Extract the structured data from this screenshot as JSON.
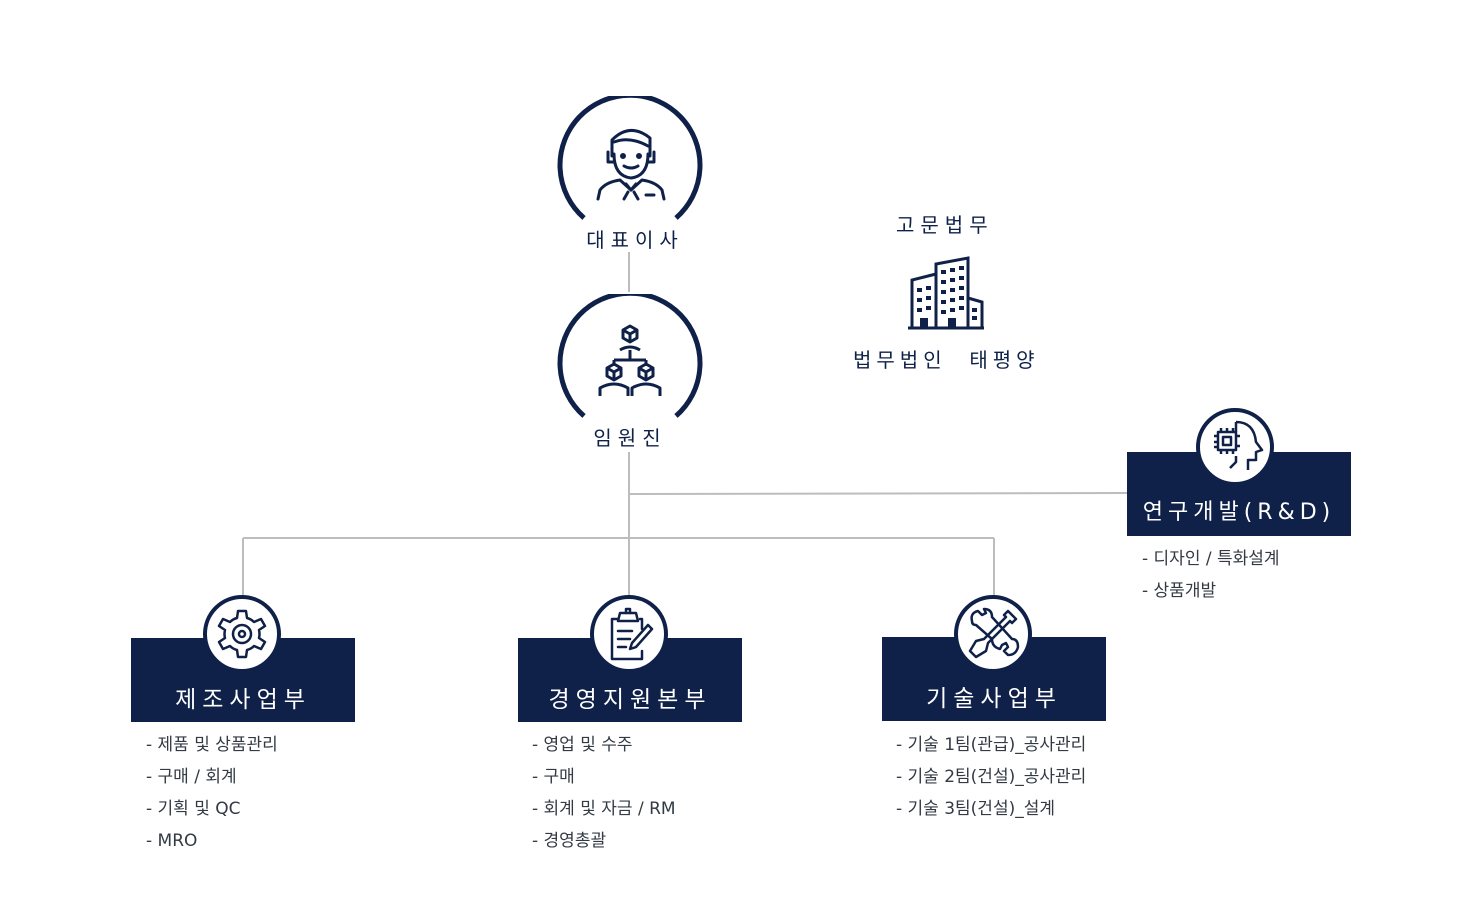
{
  "ceo": {
    "label": "대표이사",
    "icon": "ceo-person-icon"
  },
  "executives": {
    "label": "임원진",
    "icon": "organization-hierarchy-icon"
  },
  "advisory": {
    "title": "고문법무",
    "firm": "법무법인  태평양",
    "icon": "office-buildings-icon"
  },
  "rnd": {
    "title": "연구개발(R&D)",
    "icon": "ai-head-chip-icon",
    "items": [
      "- 디자인 / 특화설계",
      "- 상품개발"
    ]
  },
  "departments": [
    {
      "title": "제조사업부",
      "icon": "gear-icon",
      "items": [
        "- 제품 및 상품관리",
        "- 구매 / 회계",
        "- 기획 및 QC",
        "- MRO"
      ]
    },
    {
      "title": "경영지원본부",
      "icon": "clipboard-pen-icon",
      "items": [
        "- 영업 및 수주",
        "- 구매",
        "- 회계 및 자금 / RM",
        "- 경영총괄"
      ]
    },
    {
      "title": "기술사업부",
      "icon": "wrench-screwdriver-icon",
      "items": [
        "- 기술 1팀(관급)_공사관리",
        "- 기술 2팀(건설)_공사관리",
        "- 기술 3팀(건설)_설계"
      ]
    }
  ],
  "colors": {
    "navy": "#0f2148",
    "line": "#bdbdbd"
  }
}
